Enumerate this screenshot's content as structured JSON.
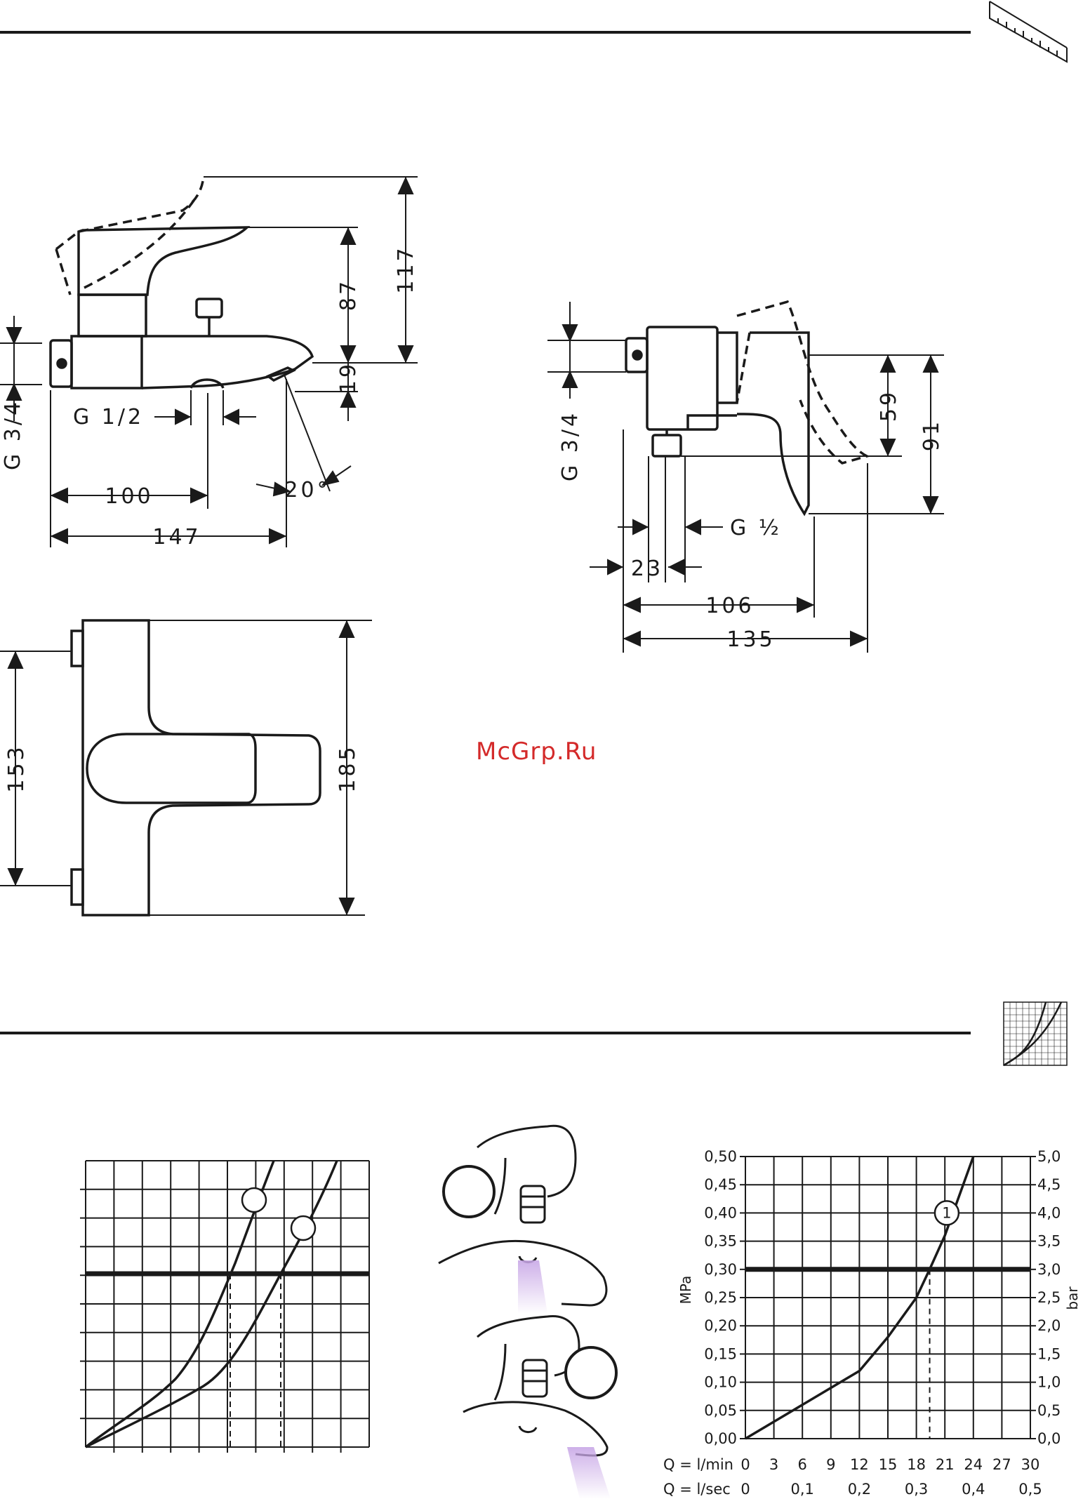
{
  "watermark": "McGrp.Ru",
  "bath_mixer_side": {
    "dimensions": [
      "117",
      "87",
      "19",
      "100",
      "147",
      "20°"
    ],
    "labels": {
      "g_half": "G 1/2",
      "g_three_quarter": "G 3/4"
    }
  },
  "bath_mixer_top": {
    "dimensions": [
      "153",
      "185"
    ]
  },
  "shower_mixer_side": {
    "dimensions": [
      "59",
      "91",
      "23",
      "106",
      "135"
    ],
    "labels": {
      "g_three_quarter": "G 3/4",
      "g_half": "G ½"
    }
  },
  "chart_data": [
    {
      "type": "line",
      "x_label_lmin": "Q = l/min",
      "x_label_lsec": "Q = l/sec",
      "x_ticks_lmin": [
        "0",
        "3",
        "6",
        "9",
        "12",
        "15",
        "18",
        "21",
        "24",
        "27",
        "30"
      ],
      "x_ticks_lsec": [
        "0",
        "0,1",
        "0,2",
        "0,3",
        "0,4",
        "0,5"
      ],
      "y_left_label": "MPa",
      "y_right_label": "bar",
      "y_left_ticks": [
        "0,00",
        "0,05",
        "0,10",
        "0,15",
        "0,20",
        "0,25",
        "0,30",
        "0,35",
        "0,40",
        "0,45",
        "0,50"
      ],
      "y_right_ticks": [
        "0,0",
        "0,5",
        "1,0",
        "1,5",
        "2,0",
        "2,5",
        "3,0",
        "3,5",
        "4,0",
        "4,5",
        "5,0"
      ],
      "xlim": [
        0,
        30
      ],
      "ylim": [
        0,
        0.5
      ],
      "reference_line_mpa": 0.3,
      "series": [
        {
          "marker": "1",
          "x": [
            0,
            3,
            6,
            9,
            12,
            15,
            18,
            19.4,
            21,
            24
          ],
          "y": [
            0,
            0.03,
            0.06,
            0.09,
            0.12,
            0.18,
            0.25,
            0.3,
            0.36,
            0.5
          ]
        }
      ],
      "grid": true
    }
  ]
}
